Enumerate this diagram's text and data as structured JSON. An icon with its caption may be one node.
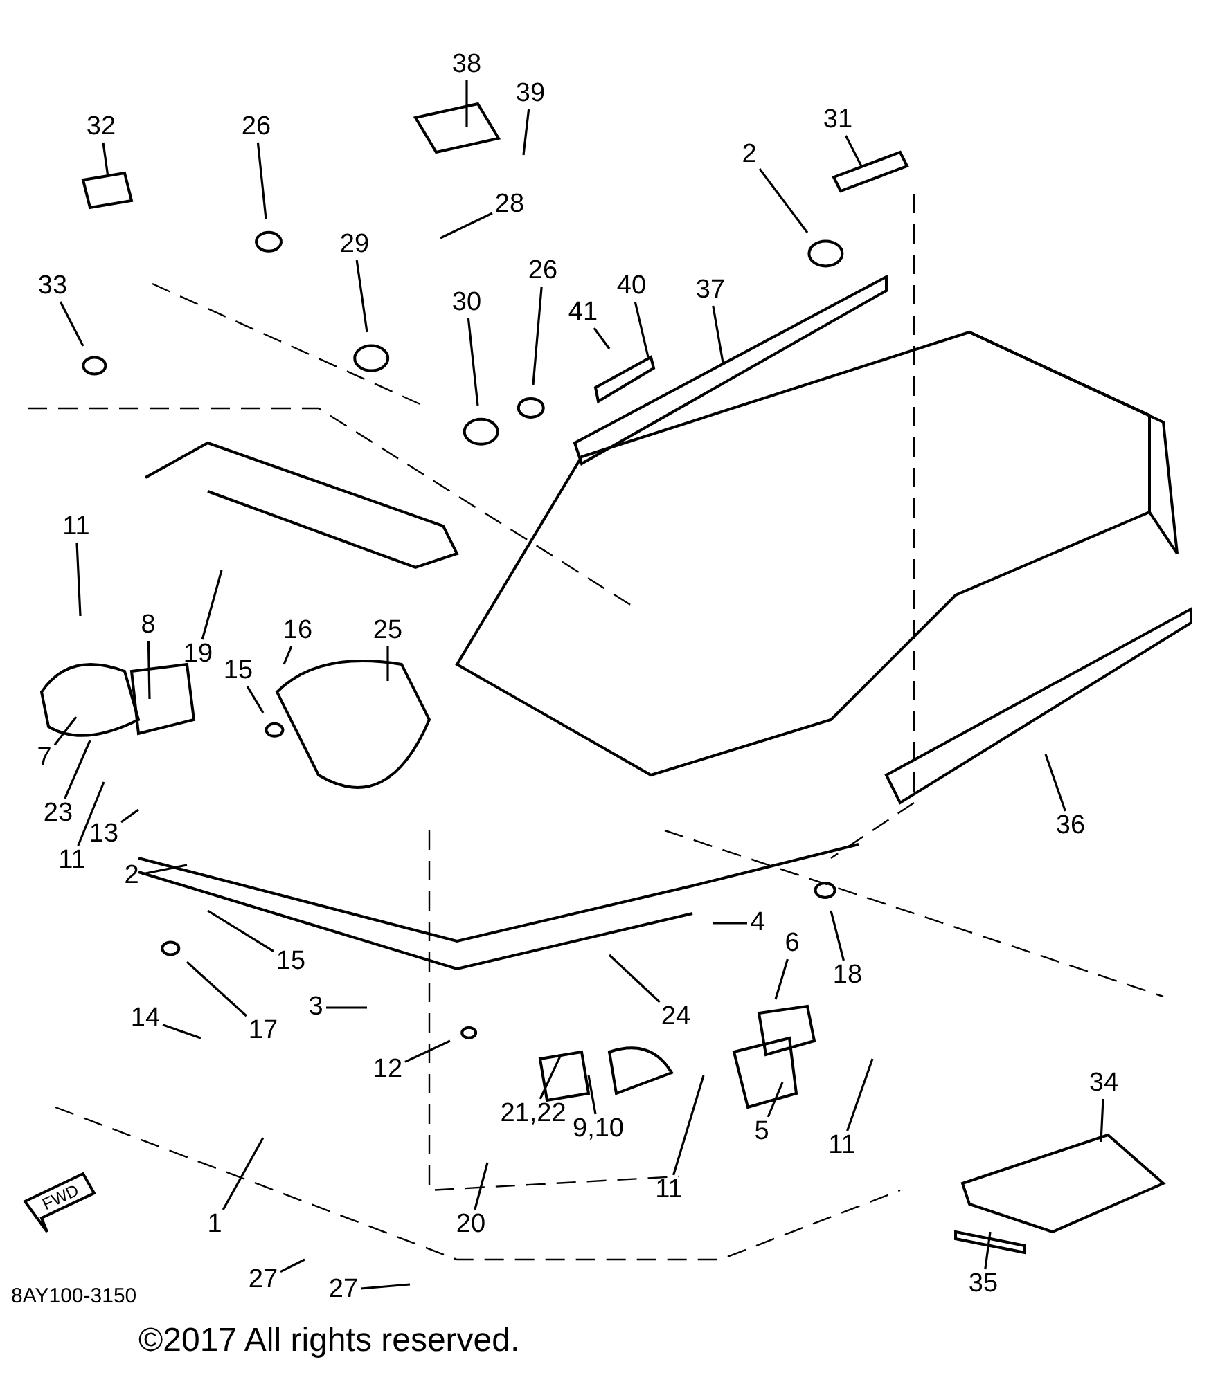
{
  "diagram": {
    "caption": "©2017 All rights reserved.",
    "nodes": [
      {
        "text": [
          "38"
        ]
      },
      {
        "text": [
          "39"
        ]
      },
      {
        "text": [
          "28"
        ]
      },
      {
        "text": [
          "32"
        ]
      },
      {
        "text": [
          "26"
        ]
      },
      {
        "text": [
          "29"
        ]
      },
      {
        "text": [
          "33"
        ]
      },
      {
        "text": [
          "30"
        ]
      },
      {
        "text": [
          "26"
        ]
      },
      {
        "text": [
          "41"
        ]
      },
      {
        "text": [
          "40"
        ]
      },
      {
        "text": [
          "37"
        ]
      },
      {
        "text": [
          "2"
        ]
      },
      {
        "text": [
          "31"
        ]
      },
      {
        "text": [
          "11"
        ]
      },
      {
        "text": [
          "8"
        ]
      },
      {
        "text": [
          "19"
        ]
      },
      {
        "text": [
          "16"
        ]
      },
      {
        "text": [
          "15"
        ]
      },
      {
        "text": [
          "25"
        ]
      },
      {
        "text": [
          "7"
        ]
      },
      {
        "text": [
          "23"
        ]
      },
      {
        "text": [
          "11"
        ]
      },
      {
        "text": [
          "13"
        ]
      },
      {
        "text": [
          "2"
        ]
      },
      {
        "text": [
          "15"
        ]
      },
      {
        "text": [
          "17"
        ]
      },
      {
        "text": [
          "14"
        ]
      },
      {
        "text": [
          "3"
        ]
      },
      {
        "text": [
          "12"
        ]
      },
      {
        "text": [
          "21,22"
        ]
      },
      {
        "text": [
          "9,10"
        ]
      },
      {
        "text": [
          "24"
        ]
      },
      {
        "text": [
          "4"
        ]
      },
      {
        "text": [
          "6"
        ]
      },
      {
        "text": [
          "18"
        ]
      },
      {
        "text": [
          "5"
        ]
      },
      {
        "text": [
          "11"
        ]
      },
      {
        "text": [
          "11"
        ]
      },
      {
        "text": [
          "36"
        ]
      },
      {
        "text": [
          "34"
        ]
      },
      {
        "text": [
          "35"
        ]
      },
      {
        "text": [
          "1"
        ]
      },
      {
        "text": [
          "20"
        ]
      },
      {
        "text": [
          "27"
        ]
      },
      {
        "text": [
          "27"
        ]
      }
    ],
    "edges": [
      {
        "from": 0,
        "to": null,
        "arrow": "none"
      },
      {
        "from": 1,
        "to": null,
        "arrow": "none"
      },
      {
        "from": 2,
        "to": null,
        "arrow": "none"
      },
      {
        "from": 3,
        "to": null,
        "arrow": "none"
      },
      {
        "from": 4,
        "to": null,
        "arrow": "none"
      },
      {
        "from": 5,
        "to": null,
        "arrow": "none"
      },
      {
        "from": 6,
        "to": null,
        "arrow": "none"
      },
      {
        "from": 7,
        "to": null,
        "arrow": "none"
      },
      {
        "from": 8,
        "to": null,
        "arrow": "none"
      },
      {
        "from": 9,
        "to": null,
        "arrow": "none"
      },
      {
        "from": 10,
        "to": null,
        "arrow": "none"
      },
      {
        "from": 11,
        "to": null,
        "arrow": "none"
      },
      {
        "from": 12,
        "to": null,
        "arrow": "none"
      },
      {
        "from": 13,
        "to": null,
        "arrow": "none"
      },
      {
        "from": 14,
        "to": null,
        "arrow": "none"
      },
      {
        "from": 15,
        "to": null,
        "arrow": "none"
      },
      {
        "from": 16,
        "to": null,
        "arrow": "none"
      },
      {
        "from": 17,
        "to": null,
        "arrow": "none"
      },
      {
        "from": 18,
        "to": null,
        "arrow": "none"
      },
      {
        "from": 19,
        "to": null,
        "arrow": "none"
      },
      {
        "from": 20,
        "to": null,
        "arrow": "none"
      },
      {
        "from": 21,
        "to": null,
        "arrow": "none"
      },
      {
        "from": 22,
        "to": null,
        "arrow": "none"
      },
      {
        "from": 23,
        "to": null,
        "arrow": "none"
      },
      {
        "from": 24,
        "to": null,
        "arrow": "none"
      },
      {
        "from": 25,
        "to": null,
        "arrow": "none"
      },
      {
        "from": 26,
        "to": null,
        "arrow": "none"
      },
      {
        "from": 27,
        "to": null,
        "arrow": "none"
      },
      {
        "from": 28,
        "to": null,
        "arrow": "none"
      },
      {
        "from": 29,
        "to": null,
        "arrow": "none"
      },
      {
        "from": 30,
        "to": null,
        "arrow": "none"
      },
      {
        "from": 31,
        "to": null,
        "arrow": "none"
      },
      {
        "from": 32,
        "to": null,
        "arrow": "none"
      },
      {
        "from": 33,
        "to": null,
        "arrow": "none"
      },
      {
        "from": 34,
        "to": null,
        "arrow": "none"
      },
      {
        "from": 35,
        "to": null,
        "arrow": "none"
      },
      {
        "from": 36,
        "to": null,
        "arrow": "none"
      },
      {
        "from": 37,
        "to": null,
        "arrow": "none"
      },
      {
        "from": 38,
        "to": null,
        "arrow": "none"
      },
      {
        "from": 39,
        "to": null,
        "arrow": "none"
      },
      {
        "from": 40,
        "to": null,
        "arrow": "none"
      },
      {
        "from": 41,
        "to": null,
        "arrow": "none"
      },
      {
        "from": 42,
        "to": null,
        "arrow": "none"
      },
      {
        "from": 43,
        "to": null,
        "arrow": "none"
      },
      {
        "from": 44,
        "to": null,
        "arrow": "none"
      },
      {
        "from": 45,
        "to": null,
        "arrow": "none"
      }
    ],
    "labels": [
      "FWD",
      "8AY100-3150"
    ]
  }
}
